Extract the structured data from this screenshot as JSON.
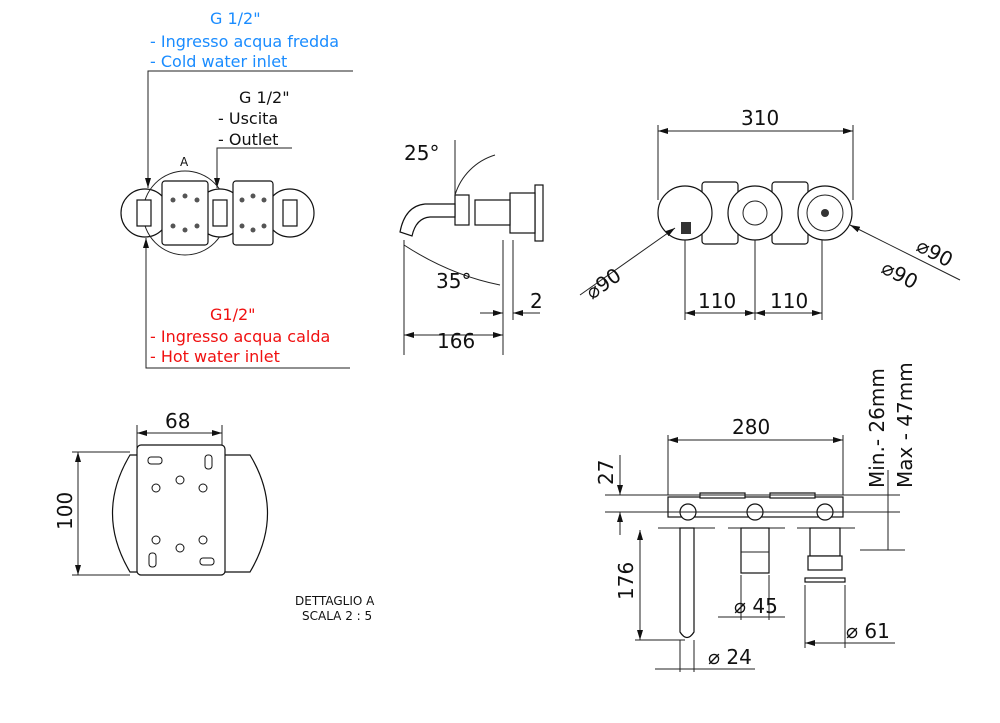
{
  "callouts": {
    "cold": {
      "size": "G 1/2\"",
      "line1": "- Ingresso acqua fredda",
      "line2": "- Cold water inlet",
      "color": "#1a8cff"
    },
    "outlet": {
      "size": "G 1/2\"",
      "line1": "- Uscita",
      "line2": "- Outlet",
      "color": "#111111"
    },
    "hot": {
      "size": "G1/2\"",
      "line1": "- Ingresso acqua calda",
      "line2": "- Hot water inlet",
      "color": "#f01010"
    },
    "detail_marker": "A"
  },
  "side_view": {
    "angle_top": "25°",
    "angle_bottom": "35°",
    "dim_thickness": "2",
    "dim_length": "166"
  },
  "front_view": {
    "dim_width": "310",
    "dim_spacing_left": "110",
    "dim_spacing_right": "110",
    "dia_left": "⌀90",
    "dia_right1": "⌀90",
    "dia_right2": "⌀90"
  },
  "detail": {
    "dim_width": "68",
    "dim_height": "100",
    "title": "DETTAGLIO A",
    "scale": "SCALA 2 : 5"
  },
  "install_view": {
    "dim_width": "280",
    "dim_depth": "27",
    "dim_spout": "176",
    "dia_mixer": "⌀ 45",
    "dia_handle": "⌀ 61",
    "dia_spout": "⌀ 24",
    "min_depth": "Min.- 26mm",
    "max_depth": "Max - 47mm"
  }
}
